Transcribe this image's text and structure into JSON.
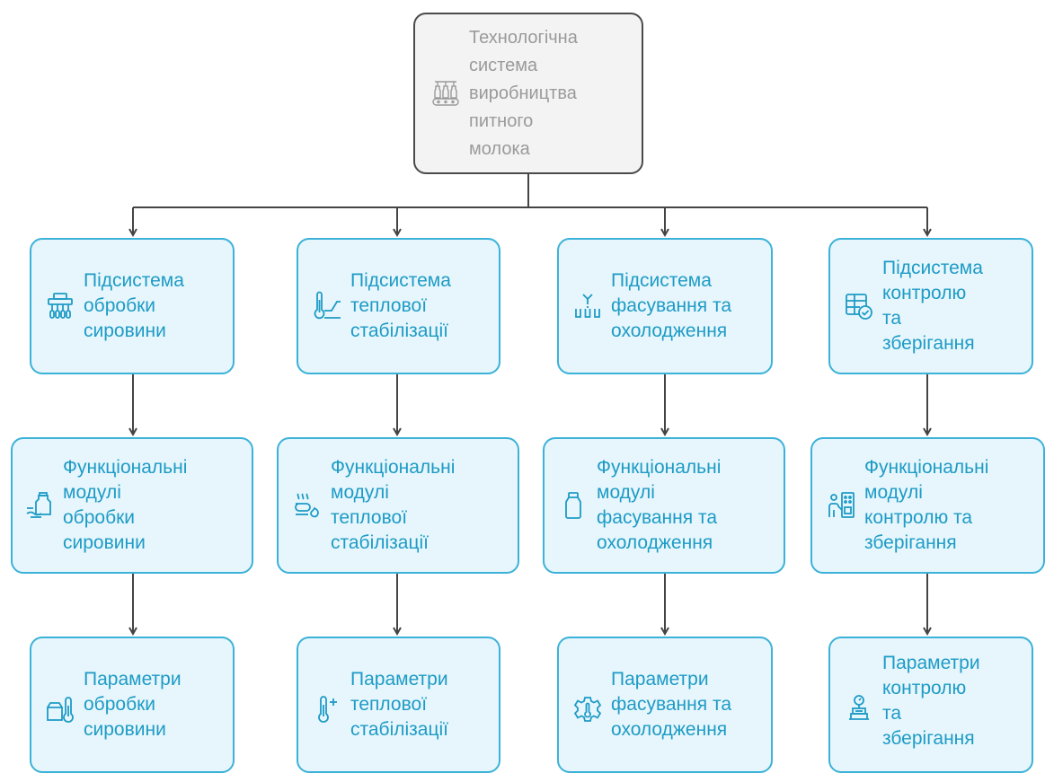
{
  "root": {
    "label": "Технологічна\nсистема\nвиробництва\nпитного\nмолока",
    "icon": "milk-production-line-icon"
  },
  "columns": [
    {
      "subsystem": {
        "label": "Підсистема\nобробки\nсировини",
        "icon": "processing-machine-icon"
      },
      "modules": {
        "label": "Функціональні\nмодулі\nобробки\nсировини",
        "icon": "milk-can-pouring-icon"
      },
      "parameters": {
        "label": "Параметри\nобробки\nсировини",
        "icon": "box-thermometer-icon"
      }
    },
    {
      "subsystem": {
        "label": "Підсистема\nтеплової\nстабілізації",
        "icon": "thermometer-curve-icon"
      },
      "modules": {
        "label": "Функціональні\nмодулі\nтеплової\nстабілізації",
        "icon": "steam-bowl-icon"
      },
      "parameters": {
        "label": "Параметри\nтеплової\nстабілізації",
        "icon": "thermometer-plus-icon"
      }
    },
    {
      "subsystem": {
        "label": "Підсистема\nфасування та\nохолодження",
        "icon": "bottle-filling-icon"
      },
      "modules": {
        "label": "Функціональні\nмодулі\nфасування та\nохолодження",
        "icon": "milk-bottle-icon"
      },
      "parameters": {
        "label": "Параметри\nфасування та\nохолодження",
        "icon": "gear-thermometer-icon"
      }
    },
    {
      "subsystem": {
        "label": "Підсистема\nконтролю\nта\nзберігання",
        "icon": "table-check-icon"
      },
      "modules": {
        "label": "Функціональні\nмодулі\nконтролю та\nзберігання",
        "icon": "worker-panel-icon"
      },
      "parameters": {
        "label": "Параметри\nконтролю\nта\nзберігання",
        "icon": "weighing-scale-icon"
      }
    }
  ],
  "colors": {
    "node_border": "#3cb2d8",
    "node_fill": "#e6f6fc",
    "node_text": "#1e9bc6",
    "root_border": "#4a4a4a",
    "root_fill": "#f3f3f3",
    "root_text": "#9a9a9a",
    "connector": "#444444"
  }
}
